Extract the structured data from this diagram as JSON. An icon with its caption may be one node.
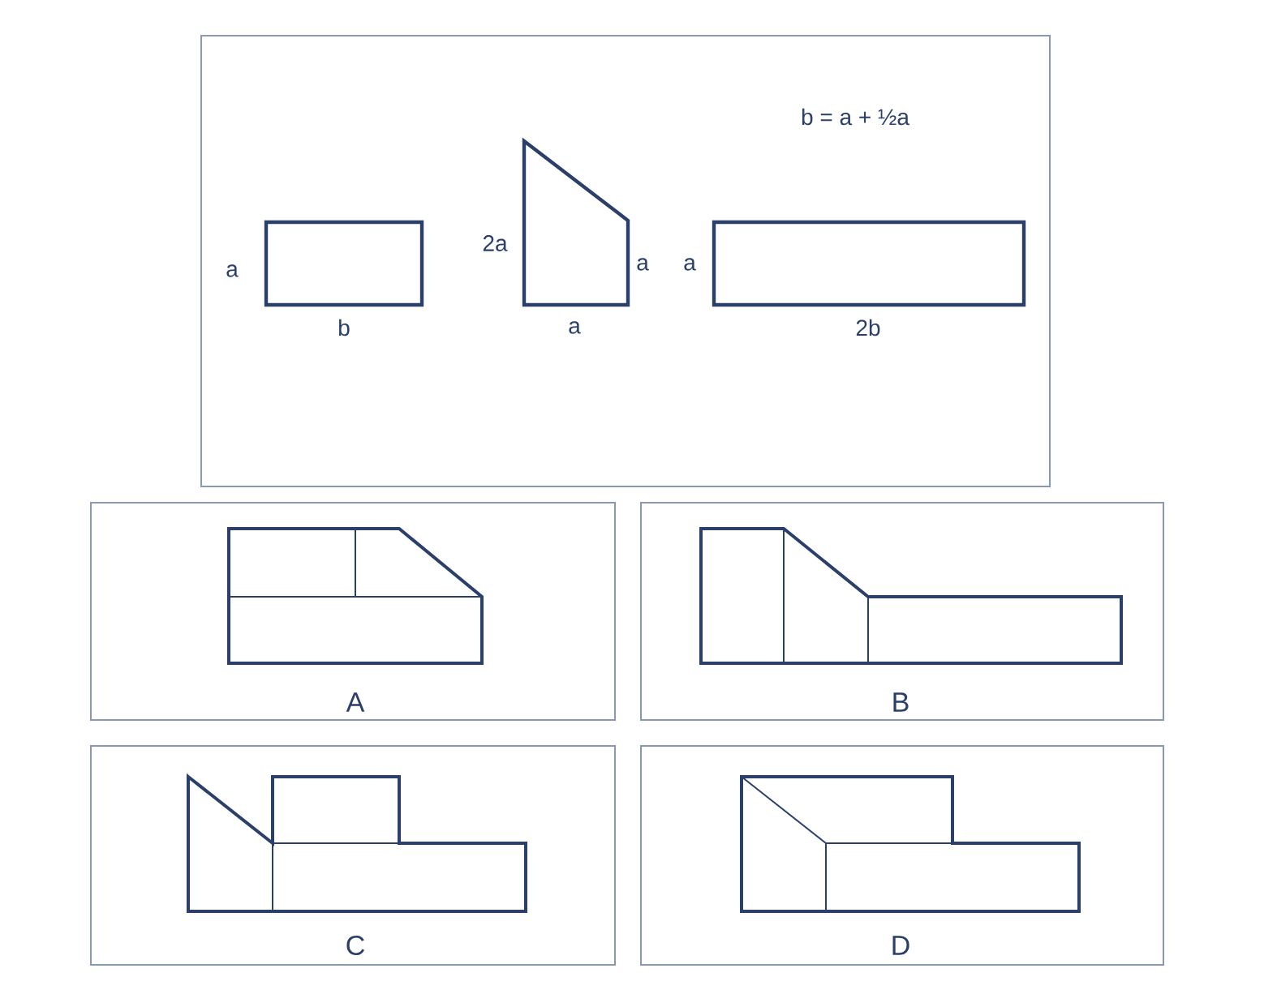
{
  "diagram": {
    "nodes": [
      {
        "text": [
          "b = a + ½a"
        ]
      },
      {
        "text": [
          "A"
        ]
      },
      {
        "text": [
          "B"
        ]
      },
      {
        "text": [
          "C"
        ]
      },
      {
        "text": [
          "D"
        ]
      }
    ],
    "labels": [
      "a",
      "b",
      "2a",
      "a",
      "a",
      "a",
      "2b"
    ]
  }
}
